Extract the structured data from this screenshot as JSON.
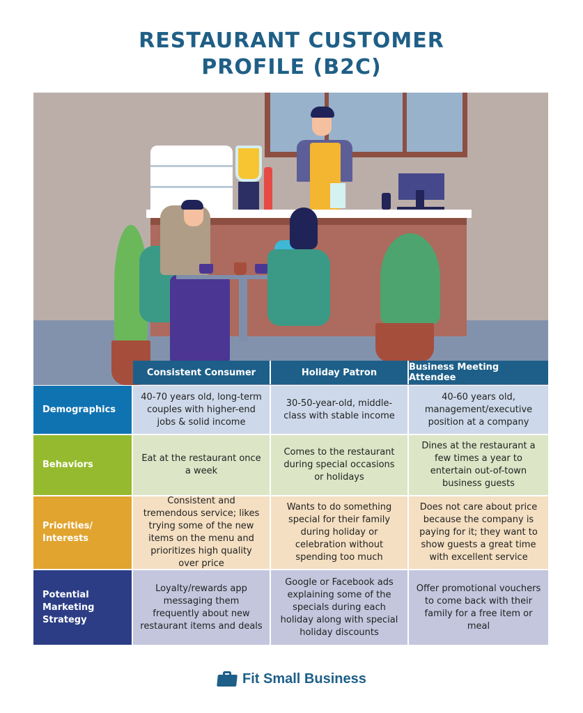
{
  "title": {
    "line1": "RESTAURANT CUSTOMER",
    "line2": "PROFILE (B2C)"
  },
  "illustration": {
    "description": "Flat illustration of a restaurant: barista in yellow apron behind counter with pastry display case, blender, cups, and POS monitor; couple sitting at a table with coffee mugs; potted plants; window in background"
  },
  "table": {
    "columns": [
      "Consistent Consumer",
      "Holiday Patron",
      "Business Meeting Attendee"
    ],
    "rows": [
      {
        "label": "Demographics",
        "label_color": "#0f73b2",
        "cell_color": "#cdd9ea",
        "cells": [
          "40-70 years old, long-term couples with higher-end jobs & solid income",
          "30-50-year-old, middle-class with stable income",
          "40-60 years old, management/executive position at a company"
        ]
      },
      {
        "label": "Behaviors",
        "label_color": "#96ba2f",
        "cell_color": "#dce5c6",
        "cells": [
          "Eat at the restaurant once a week",
          "Comes to the restaurant during special occasions or holidays",
          "Dines at the restaurant a few times a year to entertain out-of-town business guests"
        ]
      },
      {
        "label": "Priorities/ Interests",
        "label_color": "#e1a42f",
        "cell_color": "#f4dfc2",
        "cells": [
          "Consistent and tremendous service; likes trying some of the new items on the menu and prioritizes high quality over price",
          "Wants to do something special for their family during holiday or celebration without spending too much",
          "Does not care about price because the company is paying for it; they want to show guests a great time with excellent service"
        ]
      },
      {
        "label": "Potential Marketing Strategy",
        "label_color": "#2c3d85",
        "cell_color": "#c3c6dd",
        "cells": [
          "Loyalty/rewards app messaging them frequently about new restaurant items and deals",
          "Google or Facebook ads explaining some of the specials during each holiday along with special holiday discounts",
          "Offer promotional vouchers to come back with their family for a free item or meal"
        ]
      }
    ]
  },
  "footer": {
    "brand": "Fit Small Business",
    "icon": "briefcase-icon"
  },
  "colors": {
    "title": "#1f5f86",
    "header_bg": "#1d5f88"
  }
}
